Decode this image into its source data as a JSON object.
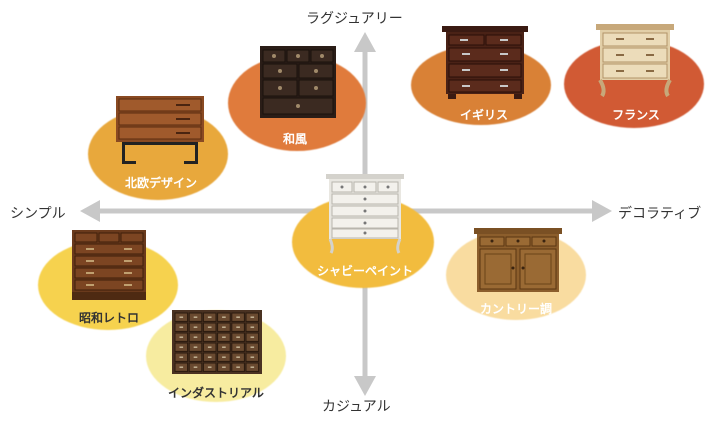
{
  "axes": {
    "top": "ラグジュアリー",
    "bottom": "カジュアル",
    "left": "シンプル",
    "right": "デコラティブ"
  },
  "styles": [
    {
      "label": "和風",
      "fill": "#e07b3c",
      "text": "#ffffff",
      "icon": "tansu-chest-icon"
    },
    {
      "label": "イギリス",
      "fill": "#d98136",
      "text": "#ffffff",
      "icon": "english-chest-icon"
    },
    {
      "label": "フランス",
      "fill": "#d15a34",
      "text": "#ffffff",
      "icon": "french-chest-icon"
    },
    {
      "label": "北欧デザイン",
      "fill": "#e8a83c",
      "text": "#ffffff",
      "icon": "nordic-chest-icon"
    },
    {
      "label": "シャビーペイント",
      "fill": "#f2bc3e",
      "text": "#ffffff",
      "icon": "shabby-chest-icon"
    },
    {
      "label": "カントリー調",
      "fill": "#f9dca0",
      "text": "#ffffff",
      "icon": "country-cabinet-icon"
    },
    {
      "label": "昭和レトロ",
      "fill": "#f6d24e",
      "text": "#333333",
      "icon": "showa-chest-icon"
    },
    {
      "label": "インダストリアル",
      "fill": "#f7eca0",
      "text": "#333333",
      "icon": "industrial-drawers-icon"
    }
  ],
  "colors": {
    "axis": "#c8c8c8",
    "axis_text": "#333333"
  }
}
